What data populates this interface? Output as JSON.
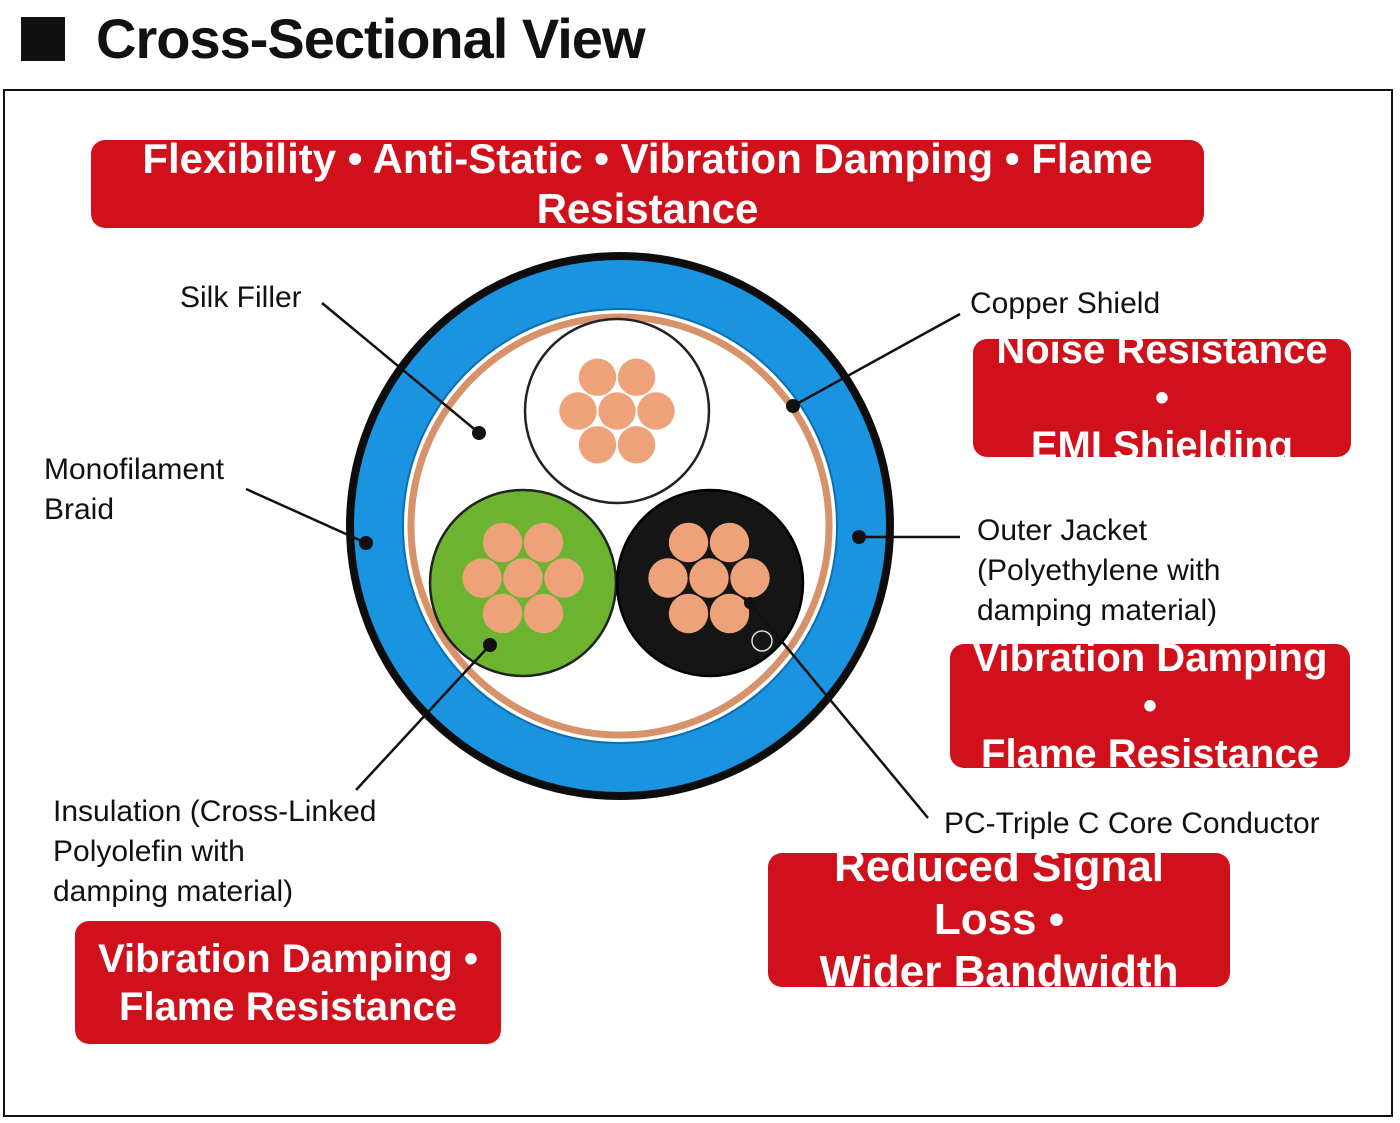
{
  "title": "Cross-Sectional View",
  "top_banner": "Flexibility • Anti-Static • Vibration Damping • Flame Resistance",
  "labels": {
    "silk_filler": "Silk Filler",
    "copper_shield": "Copper Shield",
    "monofilament_braid": [
      "Monofilament",
      "Braid"
    ],
    "outer_jacket": [
      "Outer Jacket",
      "(Polyethylene with",
      "damping material)"
    ],
    "insulation": [
      "Insulation (Cross-Linked",
      "Polyolefin with",
      "damping material)"
    ],
    "core_conductor": "PC-Triple C Core Conductor"
  },
  "badges": {
    "copper_shield": [
      "Noise Resistance •",
      "EMI Shielding"
    ],
    "outer_jacket": [
      "Vibration Damping •",
      "Flame Resistance"
    ],
    "insulation": [
      "Vibration Damping •",
      "Flame Resistance"
    ],
    "core_conductor": [
      "Reduced Signal Loss •",
      "Wider Bandwidth"
    ]
  },
  "colors": {
    "badge_red": "#d0101b",
    "jacket_blue": "#1a93e0",
    "copper": "#d8926a",
    "strand": "#eea27a",
    "green_insulation": "#6cb42f",
    "black_insulation": "#151515"
  }
}
